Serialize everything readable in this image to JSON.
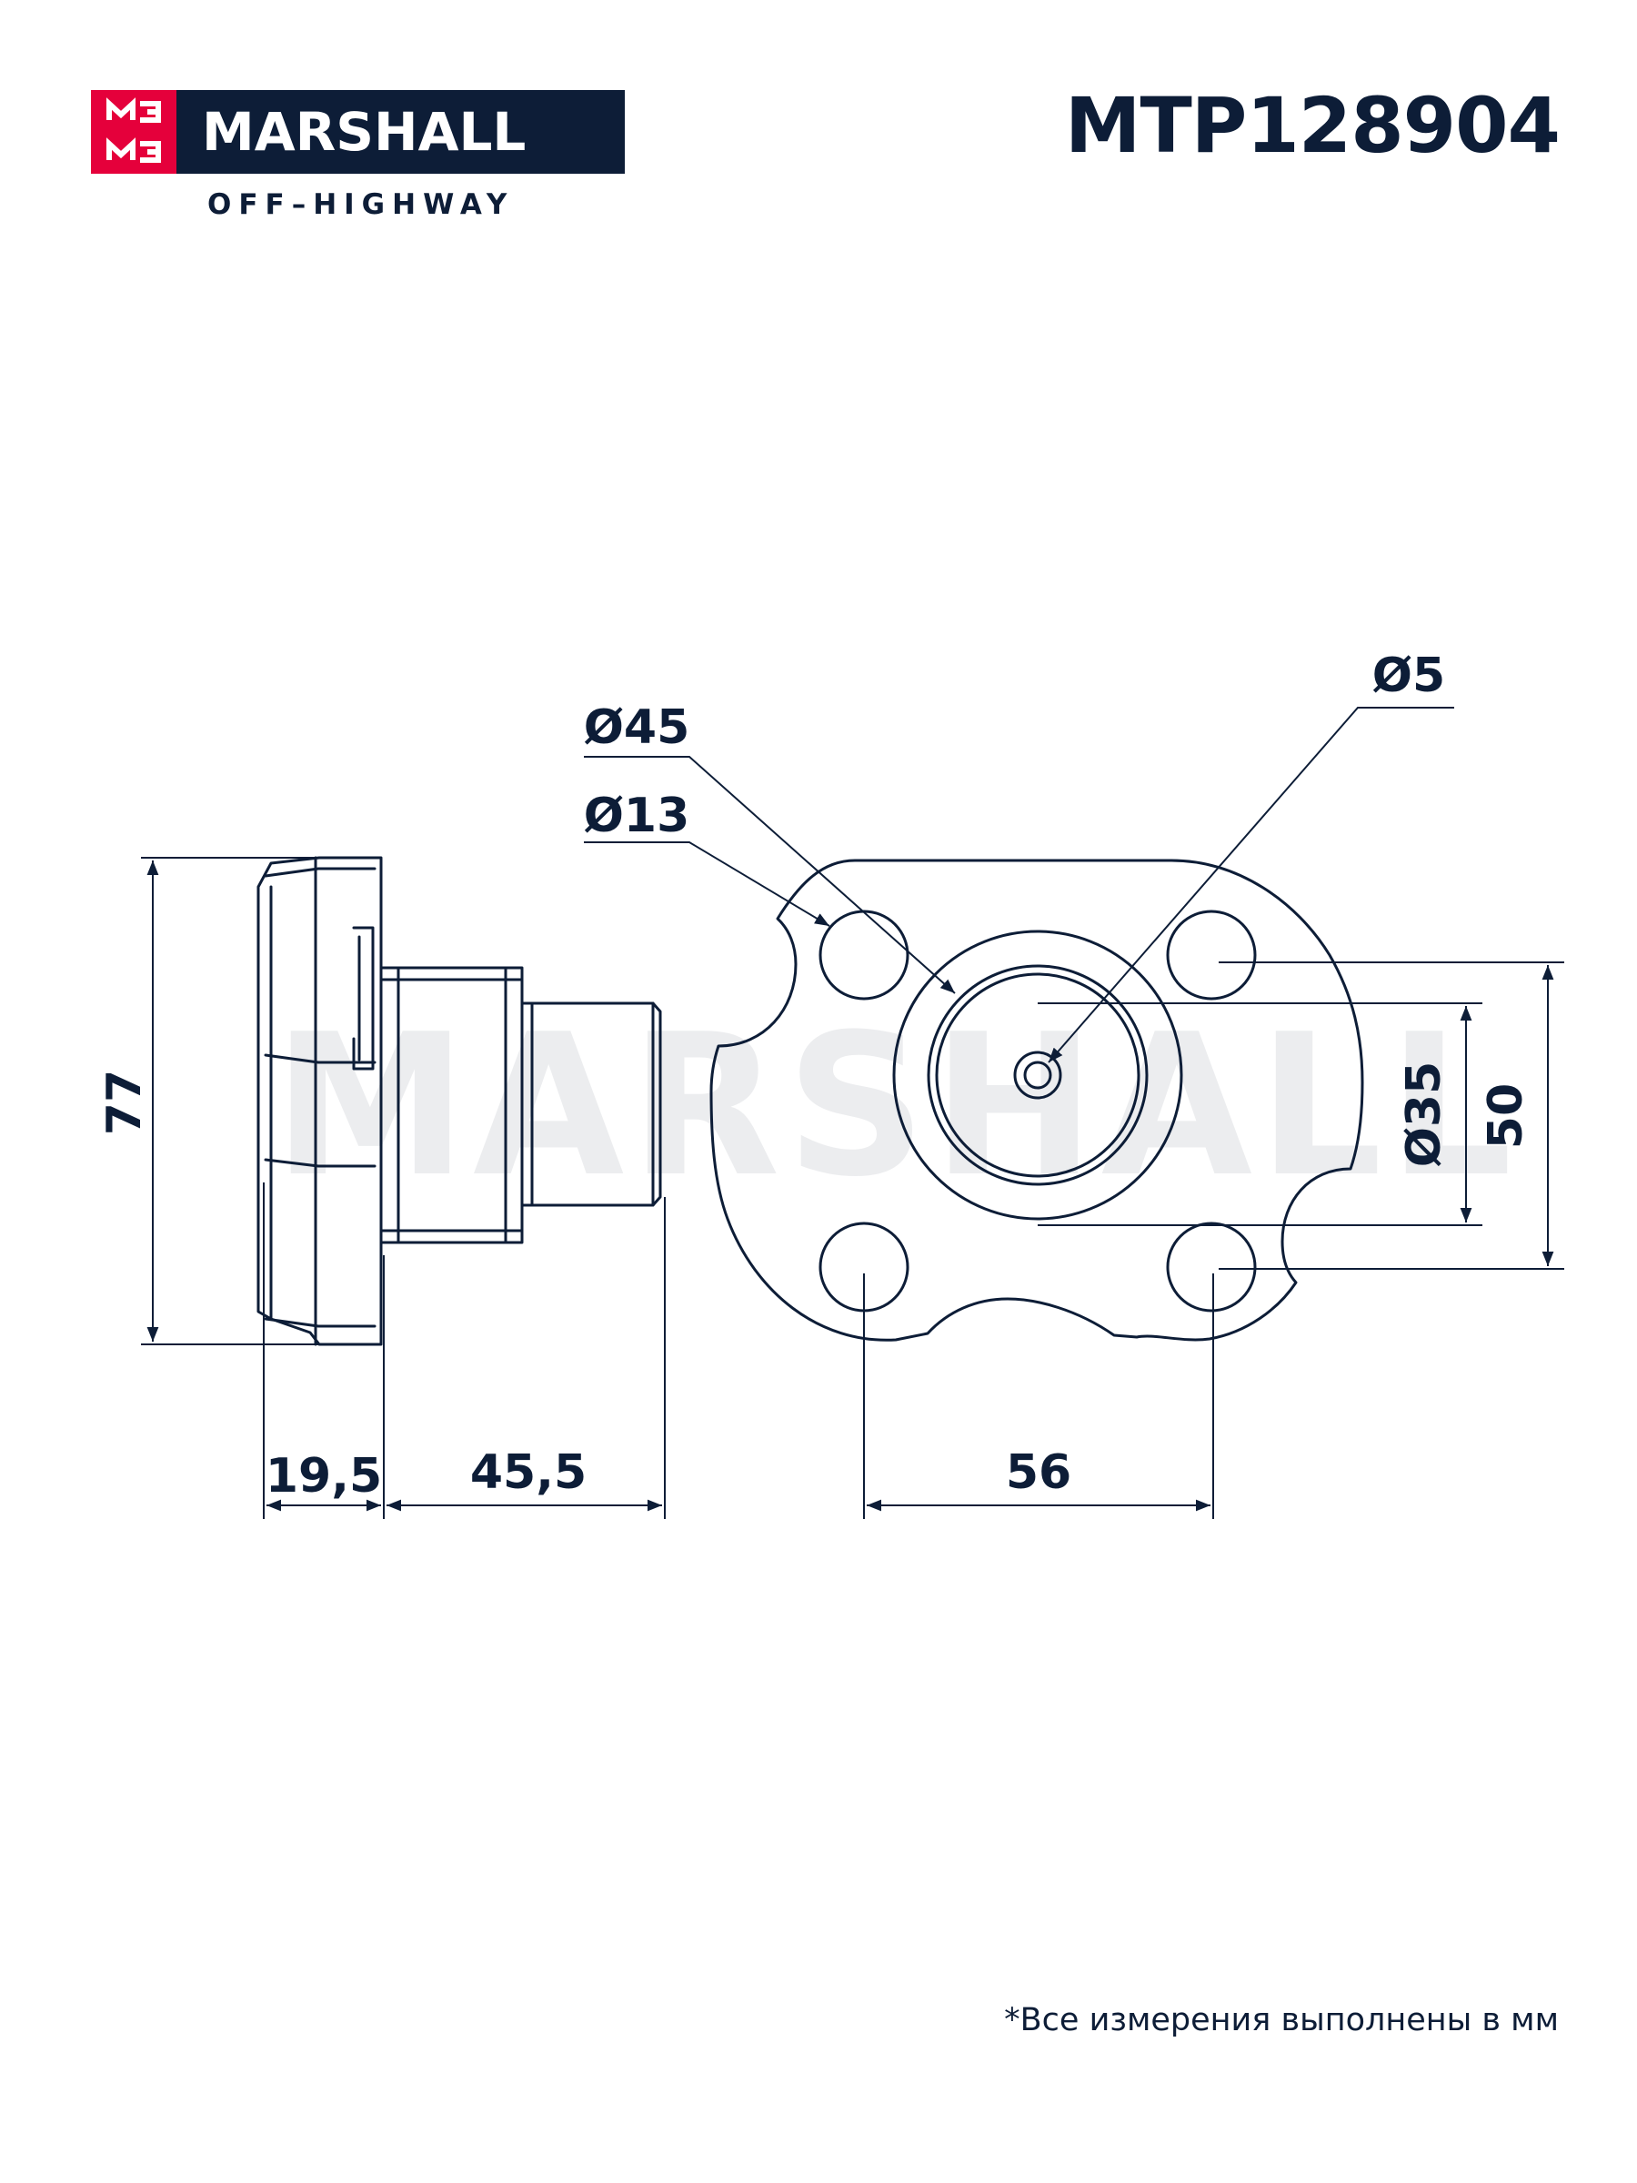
{
  "brand": {
    "name": "MARSHALL",
    "tagline": "OFF–HIGHWAY",
    "watermark": "MARSHALL"
  },
  "part_number": "MTP128904",
  "dimensions": {
    "height_overall": "77",
    "flange_thickness": "19,5",
    "pin_length": "45,5",
    "bolt_spacing_horizontal": "56",
    "bolt_spacing_vertical": "50",
    "diameter_flange_boss": "Ø45",
    "diameter_bolt_hole": "Ø13",
    "diameter_center_bore": "Ø5",
    "diameter_shaft": "Ø35"
  },
  "footnote": "*Все измерения выполнены в мм",
  "colors": {
    "ink": "#0d1d37",
    "brand_red": "#e5003b",
    "watermark": "#d7d9dd"
  }
}
